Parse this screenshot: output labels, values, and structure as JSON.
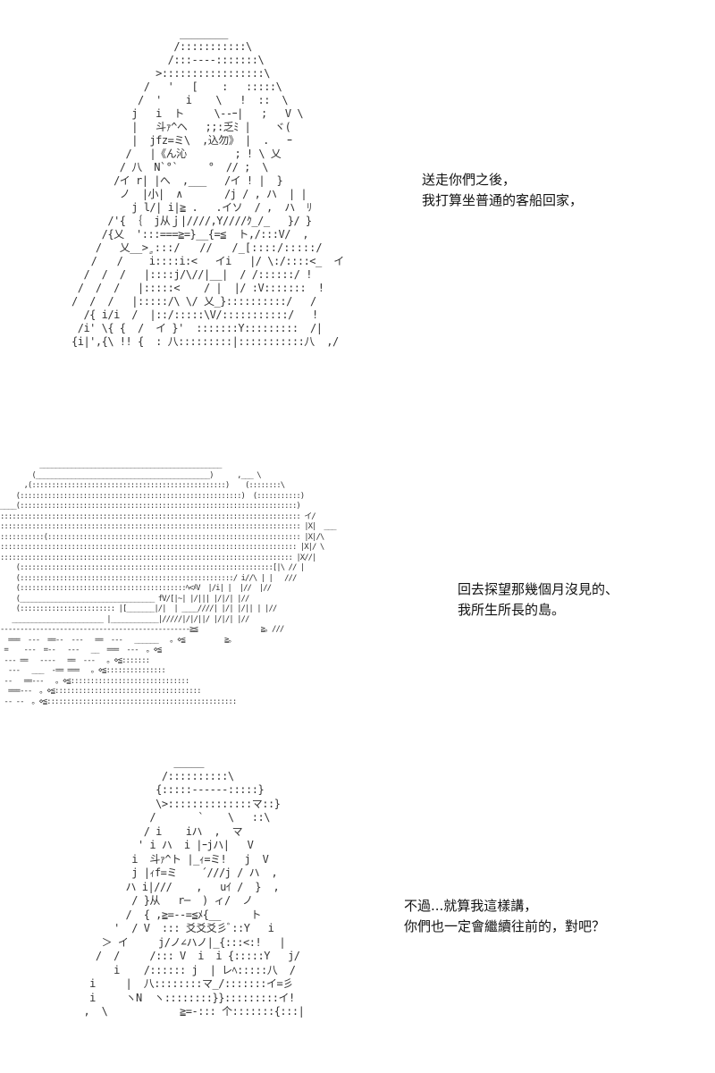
{
  "panels": [
    {
      "caption_lines": [
        "送走你們之後，",
        "我打算坐普通的客船回家，"
      ],
      "art": "                  ________\n                 /:::::::::::\\\n                /:::----:::::::\\\n              >:::::::::::::::::\\\n            /   '   [    :   :::::\\\n           /  '    i    \\   !  ::  \\\n          j   i  ト     \\--ｰ|   ;   V \\\n          |   斗ｧ^ヘ   ;;:乏ﾐ |    ヾ(\n          |  jfz=ミ\\  ,込勿》 |  .   ｰ\n         /   |《ん沁        ; ! \\ 乂\n        / 八  N`°`     °  // ;  \\\n       /イ r| |へ  ,___   /イ ! |  }\n        ノ  |小|  ∧       /j / , ハ  | |\n          j l/| i|≧ .   .イソ  / ,  ハ  ﾘ\n      /'{ ｛  j从ｊ|////,Y////ｸ_/_   }/ }\n     /{乂  ':::===≧=}__{=≦  ト,/:::V/  ,\n    /   乂__>ﹴ:::/   //   /_[::::/:::::/\n   /   /    i::::i:<   イi   |/ \\:/::::<_  イ\n  /  /  /   |::::j/\\//|__|  / /::::::/ !\n /  /  /   |:::::<    / |  |/ :V:::::::  !\n/  /  /   |:::::/\\ \\/ 乂_}::::::::::/   /\n  /{ i/i  /  |::/:::::\\V/:::::::::::/   !\n /i' \\{ {  /  イ }'  :::::::Y:::::::::  /|\n{i|',{\\ !! {  : 八:::::::::|:::::::::::八  ,/"
    },
    {
      "caption_lines": [
        "回去探望那幾個月沒見的、",
        "我所生所長的島。"
      ],
      "art": "          ______________________________________________\n        (____________________________________________)      ,___ \\\n      ,(:::::::::::::::::::::::::::::::::::::::::::::::::)    (::::::::\\\n    (::::::::::::::::::::::::::::::::::::::::::::::::::::::::)  (:::::::::::)\n____(::::::::::::::::::::::::::::::::::::::::::::::::::::::::::::::::::::::)\n:::::::::::::::::::::::::::::::::::::::::::::::::::::::::::::::::::::::::::: イ/\n:::::::::::::::::::::::::::::::::::::::::::::::::::::::::::::::::::::::::::: |X|  ___\n:::::::::::(:::::::::::::::::::::::::::::::::::::::::::::::::::::::::::::::: |X|/\\\n::::::::::::::::::::::::::::::::::::::::::::::::::::::::::::::::::::::::::: |X|/ \\\n:::::::::::::::::::::::::::::::::::::::::::::::::::::::::::::::::::::::::: |X//|\n    (::::::::::::::::::::::::::::::::::::::::::::::::::::::::::::::::[|\\ // |\n    (::::::::::::::::::::::::::::::::::::::::::::::::::::::/ i//\\ | |   ///\n    (::::::::::::::::::::::::::::::::::::::::::ﾍ<ﾒV  |/i| |  |//  |//\n    (__________________________________ fV/[|~| |/||| |/|/| |//\n    (:::::::::::::::::::::::: |[_______|/|  | ____////| |/| |/|| | |//\n   _______________________ |____________|/////|/|/||/ |/|/| |//\n------------------------------------------------≧≦                ≧。///\n  ===  ---  ==--  ---   ==  ---   ______   。⋄≦          ≧。\n =    ---  =--   ---   __  ===  ---  。⋄≦\n --- ==   ----   ==  ---   。⋄≦:::::::\n  ---   ___  -== ===   。⋄≦:::::::::::::::\n --   ==---   。⋄≦::::::::::::::::::::::::::::::\n  ===---  。⋄≦:::::::::::::::::::::::::::::::::::::\n -- --  。⋄≦::::::::::::::::::::::::::::::::::::::::::::::::"
    },
    {
      "caption_lines": [
        "不過...就算我這樣講，",
        "你們也一定會繼續往前的，對吧？"
      ],
      "art": "                 _____\n               /::::::::::\\\n              {:::::------:::::}\n              \\>::::::::::::::マ::}\n             /       `    \\   ::\\\n            / i    iハ  ,  マ\n           ' i ハ  i |ｰjハ|   V\n          i  斗ｧ^ト |_ｨ=ミ!   j  V\n          j |ｨf=ミ    ´///j / ハ  ,\n         ハ i|///    ,   uｲ /  }  ,\n          / }从   r─  ) ィ/  ノ\n         /  { ,≧=--=≦ﾒ{__     ト\n       '  / V  ::: 爻爻爻彡ﾞ::Y   i\n     ＞ イ     j/ノ∠ハノ|_{:::<:!   |\n    /  /     /::: V  i  i {:::::Y   j/\n       i    /:::::: j  | レﾍ:::::八  /\n   i     |  八::::::::マ_/:::::::イ=彡\n   i     ヽN  ヽ::::::::}}:::::::::イ!\n  ,  \\            ≧=-::: 个:::::::{:::|"
    }
  ]
}
